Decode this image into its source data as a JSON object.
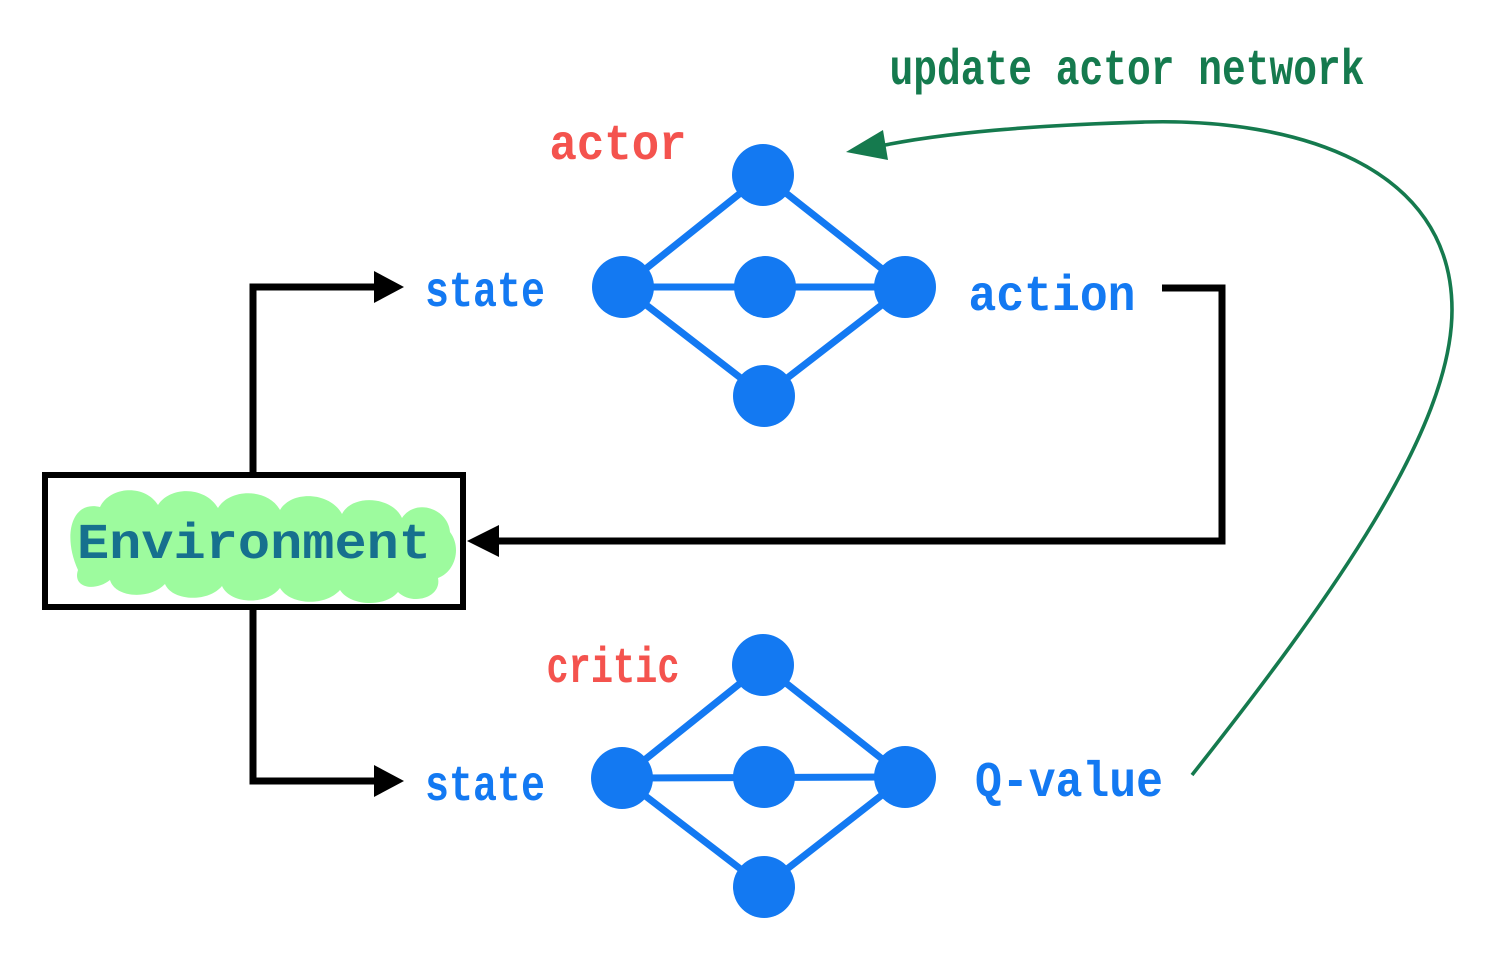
{
  "diagram": {
    "kind": "actor-critic reinforcement learning architecture",
    "annotation": {
      "update_note": "update actor network"
    },
    "environment": {
      "label": "Environment"
    },
    "actor_network": {
      "label": "actor",
      "input_label": "state",
      "output_label": "action",
      "node_count": 5
    },
    "critic_network": {
      "label": "critic",
      "input_label": "state",
      "output_label": "Q-value",
      "node_count": 5
    },
    "connections": [
      {
        "from": "environment",
        "to": "actor state input",
        "style": "black elbow arrow"
      },
      {
        "from": "environment",
        "to": "critic state input",
        "style": "black elbow arrow"
      },
      {
        "from": "actor action output",
        "to": "environment",
        "style": "black elbow arrow"
      },
      {
        "from": "critic Q-value output",
        "to": "actor network",
        "style": "green curved arrow",
        "label": "update actor network"
      }
    ],
    "colors": {
      "node_blue": "#1379f2",
      "label_red": "#f4534e",
      "update_green": "#157a4e",
      "environment_teal": "#16708e",
      "highlight_green": "#9dfb9e",
      "arrow_black": "#000000"
    }
  }
}
